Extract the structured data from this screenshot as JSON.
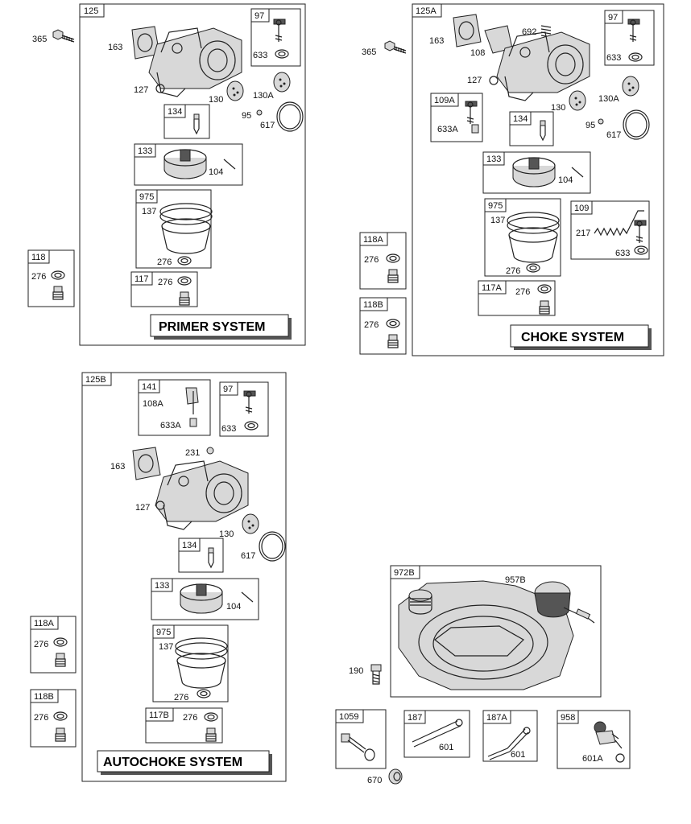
{
  "sections": {
    "primer": {
      "box": "125",
      "title": "PRIMER SYSTEM",
      "labels": {
        "p365": "365",
        "p163": "163",
        "p127": "127",
        "p130": "130",
        "p130a": "130A",
        "p95": "95",
        "p617": "617",
        "p104": "104",
        "p137": "137",
        "p276": "276",
        "p633": "633"
      },
      "sub": {
        "s97": "97",
        "s134": "134",
        "s133": "133",
        "s975": "975",
        "s117": "117",
        "s117_276": "276"
      }
    },
    "choke": {
      "box": "125A",
      "title": "CHOKE SYSTEM",
      "labels": {
        "p365": "365",
        "p163": "163",
        "p108": "108",
        "p692": "692",
        "p127": "127",
        "p130": "130",
        "p130a": "130A",
        "p95": "95",
        "p617": "617",
        "p104": "104",
        "p137": "137",
        "p276": "276",
        "p633": "633",
        "p633a": "633A",
        "p217": "217",
        "p633b": "633"
      },
      "sub": {
        "s97": "97",
        "s109a": "109A",
        "s134": "134",
        "s133": "133",
        "s975": "975",
        "s109": "109",
        "s117a": "117A",
        "s117a_276": "276"
      }
    },
    "autochoke": {
      "box": "125B",
      "title": "AUTOCHOKE SYSTEM",
      "labels": {
        "p108a": "108A",
        "p633a": "633A",
        "p633": "633",
        "p231": "231",
        "p163": "163",
        "p127": "127",
        "p130": "130",
        "p617": "617",
        "p104": "104",
        "p137": "137",
        "p276": "276"
      },
      "sub": {
        "s141": "141",
        "s97": "97",
        "s134": "134",
        "s133": "133",
        "s975": "975",
        "s117b": "117B",
        "s117b_276": "276"
      }
    },
    "tank": {
      "box": "972B",
      "labels": {
        "p957b": "957B",
        "p190": "190",
        "p670": "670"
      },
      "sub": {
        "s1059": "1059",
        "s187": "187",
        "s187_601": "601",
        "s187a": "187A",
        "s187a_601": "601",
        "s958": "958",
        "s958_601a": "601A"
      }
    }
  },
  "plugs": {
    "b118": {
      "box": "118",
      "label": "276"
    },
    "b118a_r": {
      "box": "118A",
      "label": "276"
    },
    "b118b_r": {
      "box": "118B",
      "label": "276"
    },
    "b118a_l": {
      "box": "118A",
      "label": "276"
    },
    "b118b_l": {
      "box": "118B",
      "label": "276"
    }
  }
}
